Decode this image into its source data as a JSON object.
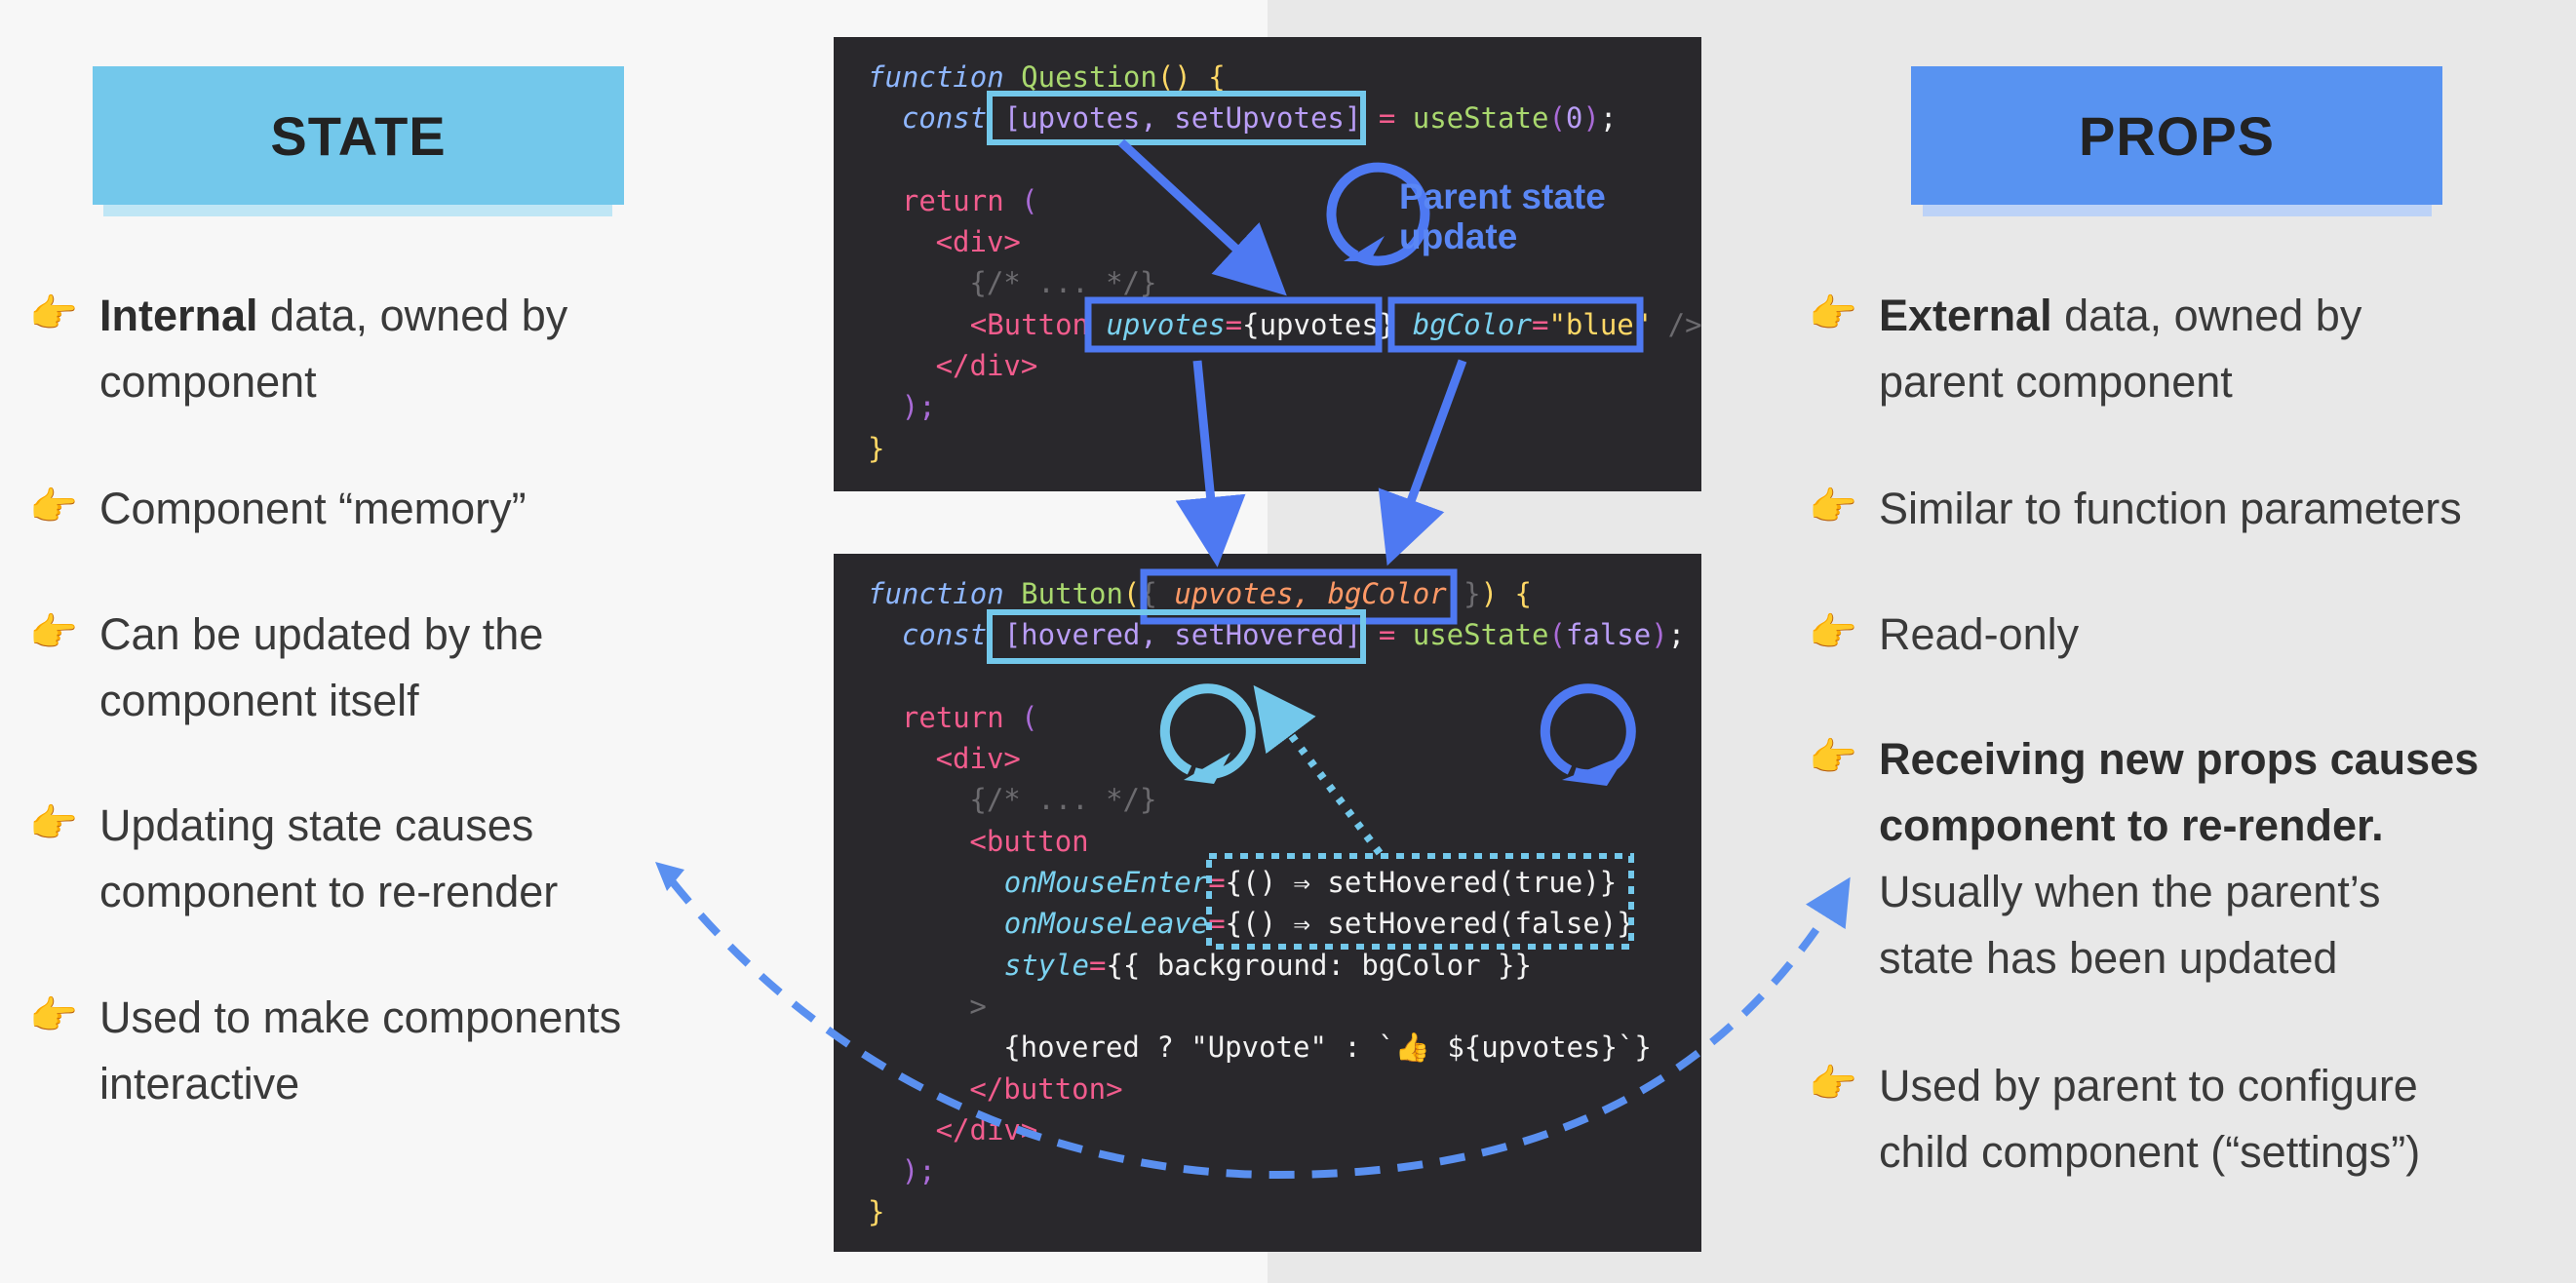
{
  "state": {
    "title": "STATE",
    "bullets": [
      {
        "bold": "Internal",
        "line1": " data, owned by",
        "line2": "component"
      },
      {
        "bold": "",
        "line1": "Component “memory”",
        "line2": ""
      },
      {
        "bold": "",
        "line1": "Can be updated by the",
        "line2": "component itself"
      },
      {
        "bold": "",
        "line1": "Updating state causes",
        "line2": "component to re-render"
      },
      {
        "bold": "",
        "line1": "Used to make components",
        "line2": "interactive"
      }
    ]
  },
  "props": {
    "title": "PROPS",
    "bullets": [
      {
        "bold": "External",
        "line1": " data, owned by",
        "line2": "parent component"
      },
      {
        "bold": "",
        "line1": "Similar to function parameters",
        "line2": ""
      },
      {
        "bold": "",
        "line1": "Read-only",
        "line2": ""
      },
      {
        "bold_lines": [
          "Receiving new props causes",
          "component to re-render."
        ],
        "lines": [
          "Usually when the parent’s",
          "state has been updated"
        ]
      },
      {
        "bold": "",
        "line1": "Used by parent to configure",
        "line2": "child component (“settings”)"
      }
    ]
  },
  "annotation": {
    "line1": "Parent state",
    "line2": "update"
  },
  "code_top": {
    "l1": {
      "kw": "function",
      "fn": "Question",
      "rest": "() {"
    },
    "l2": {
      "kw": "const",
      "destructure": "[upvotes, setUpvotes]",
      "eq": " = ",
      "fn": "useState",
      "arg": "0",
      "end": ";"
    },
    "l4": {
      "rt": "return",
      "paren": " ("
    },
    "l5": "<div>",
    "l6": "{/* ... */}",
    "l7": {
      "tag": "<Button",
      "prop1": "upvotes",
      "val1": "{upvotes}",
      "prop2": "bgColor",
      "val2": "\"blue\"",
      "close": "/>"
    },
    "l8": "</div>",
    "l9": ");",
    "l10": "}"
  },
  "code_bottom": {
    "l1": {
      "kw": "function",
      "fn": "Button",
      "args": "upvotes, bgColor",
      "rest": ") {"
    },
    "l2": {
      "kw": "const",
      "destructure": "[hovered, setHovered]",
      "eq": " = ",
      "fn": "useState",
      "arg": "false",
      "end": ";"
    },
    "l4": {
      "rt": "return",
      "paren": " ("
    },
    "l5": "<div>",
    "l6": "{/* ... */}",
    "l7": "<button",
    "l8": {
      "attr": "onMouseEnter",
      "handler": "{() ⇒ setHovered(true)}"
    },
    "l9": {
      "attr": "onMouseLeave",
      "handler": "{() ⇒ setHovered(false)}"
    },
    "l10": {
      "attr": "style",
      "value": "{{ background: bgColor }}"
    },
    "l11": ">",
    "l12": "{hovered ? \"Upvote\" : `👍 ${upvotes}`}",
    "l13": "</button>",
    "l14": "</div>",
    "l15": ");",
    "l16": "}"
  },
  "colors": {
    "state_accent": "#73c8eb",
    "props_accent": "#5893f1",
    "arrow_blue": "#4e79f2",
    "code_bg": "#29282c"
  }
}
